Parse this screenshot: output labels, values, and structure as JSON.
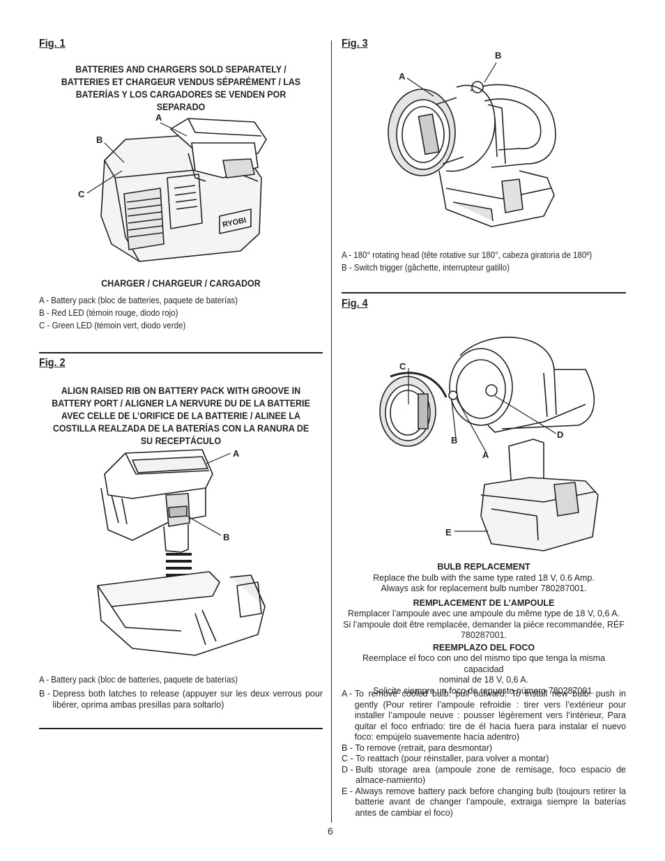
{
  "page": {
    "number": "6"
  },
  "fig1": {
    "label": "Fig. 1",
    "heading": "BATTERIES AND CHARGERS SOLD SEPARATELY / BATTERIES ET CHARGEUR VENDUS SÉPARÉMENT / LAS BATERÍAS Y LOS CARGADORES SE VENDEN POR SEPARADO",
    "callouts": {
      "a": "A",
      "b": "B",
      "c": "C"
    },
    "brand": "RYOBI",
    "caption_title": "CHARGER / CHARGEUR / CARGADOR",
    "items": [
      "A - Battery pack (bloc de batteries, paquete de baterías)",
      "B - Red LED (témoin rouge, diodo rojo)",
      "C - Green LED (témoin vert, diodo verde)"
    ]
  },
  "fig2": {
    "label": "Fig. 2",
    "heading": "ALIGN RAISED RIB ON BATTERY PACK WITH GROOVE IN BATTERY PORT / ALIGNER LA NERVURE DU DE LA BATTERIE AVEC CELLE DE L’ORIFICE DE LA BATTERIE / ALINEE LA COSTILLA REALZADA DE LA BATERÍAS CON LA RANURA DE SU RECEPTÁCULO",
    "callouts": {
      "a": "A",
      "b": "B"
    },
    "items": [
      {
        "k": "A - ",
        "v": "Battery pack (bloc de batteries, paquete de baterías)"
      },
      {
        "k": "B - ",
        "v": "Depress both latches to release (appuyer sur les deux verrous pour libérer, oprima ambas presillas para soltarlo)"
      }
    ]
  },
  "fig3": {
    "label": "Fig. 3",
    "callouts": {
      "a": "A",
      "b": "B"
    },
    "items": [
      "A -  180° rotating head (tête rotative sur 180°, cabeza giratoria de 180º)",
      "B - Switch trigger (gâchette, interrupteur gatillo)"
    ]
  },
  "fig4": {
    "label": "Fig. 4",
    "callouts": {
      "a": "A",
      "b": "B",
      "c": "C",
      "d": "D",
      "e": "E"
    },
    "bulb_en_title": "BULB REPLACEMENT",
    "bulb_en_l1": "Replace the bulb with the same type rated 18 V, 0.6 Amp.",
    "bulb_en_l2": "Always ask for replacement bulb number 780287001.",
    "bulb_fr_title": "REMPLACEMENT DE L’AMPOULE",
    "bulb_fr_l1": "Remplacer l’ampoule avec une ampoule du même  type de 18 V, 0,6 A.",
    "bulb_fr_l2": "Si l’ampoule doit être remplacée,  demander la pièce recommandée, RÉF",
    "bulb_fr_l3": "780287001.",
    "bulb_es_title": "REEMPLAZO DEL FOCO",
    "bulb_es_l1": "Reemplace el foco con uno del mismo tipo que tenga la misma capacidad",
    "bulb_es_l2": "nominal de 18 V, 0,6 A.",
    "bulb_es_l3": "Solicite siempre un foco de repuesto número 780287001.",
    "items": [
      {
        "k": "A - ",
        "v": "To remove cooled bulb: pull outward. To install new bulb: push in gently (Pour retirer l’ampoule refroidie : tirer vers l’extérieur pour installer l’ampoule neuve : pousser légèrement vers l’intérieur, Para quitar el foco enfriado: tire de él hacia fuera para instalar el nuevo foco: empújelo suavemente hacia adentro)"
      },
      {
        "k": "B - ",
        "v": "To remove (retrait, para desmontar)"
      },
      {
        "k": "C - ",
        "v": "To reattach (pour réinstaller, para volver a montar)"
      },
      {
        "k": "D - ",
        "v": "Bulb storage area (ampoule zone de remisage, foco espacio de almace-namiento)"
      },
      {
        "k": "E - ",
        "v": "Always remove battery pack before changing bulb (toujours retirer la batterie avant de changer l’ampoule, extraiga siempre la baterías antes de cambiar el foco)"
      }
    ]
  }
}
